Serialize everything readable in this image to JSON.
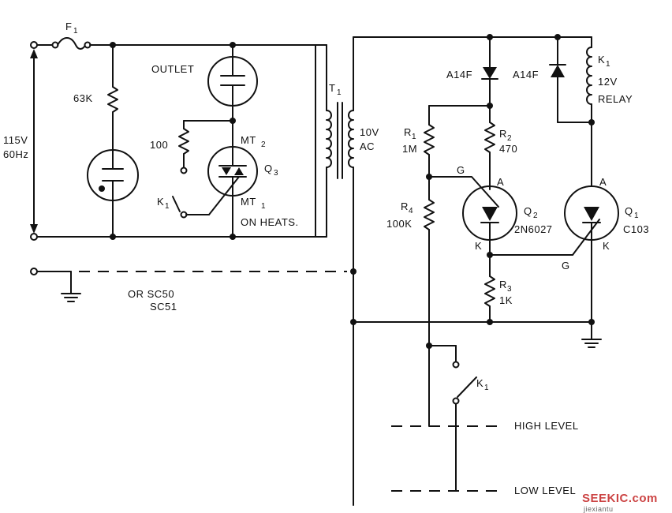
{
  "labels": {
    "f1": "F",
    "f1_sub": "1",
    "v115": "115V",
    "hz60": "60Hz",
    "r63k": "63K",
    "outlet": "OUTLET",
    "r100": "100",
    "mt2": "MT",
    "mt2_sub": "2",
    "q3": "Q",
    "q3_sub": "3",
    "k1_left": "K",
    "k1_left_sub": "1",
    "mt1": "MT",
    "mt1_sub": "1",
    "on_heats": "ON HEATS.",
    "t1": "T",
    "t1_sub": "1",
    "v10": "10V",
    "ac": "AC",
    "or_sc50": "OR SC50",
    "sc51": "SC51",
    "a14f_1": "A14F",
    "a14f_2": "A14F",
    "k1_relay": "K",
    "k1_relay_sub": "1",
    "v12": "12V",
    "relay": "RELAY",
    "r1": "R",
    "r1_sub": "1",
    "r1_val": "1M",
    "r2": "R",
    "r2_sub": "2",
    "r2_val": "470",
    "g_q2": "G",
    "a_q2": "A",
    "q2": "Q",
    "q2_sub": "2",
    "q2_part": "2N6027",
    "k_q2": "K",
    "r4": "R",
    "r4_sub": "4",
    "r4_val": "100K",
    "a_q1": "A",
    "q1": "Q",
    "q1_sub": "1",
    "q1_part": "C103",
    "g_q1": "G",
    "k_q1": "K",
    "r3": "R",
    "r3_sub": "3",
    "r3_val": "1K",
    "k1_bottom": "K",
    "k1_bottom_sub": "1",
    "high_level": "HIGH LEVEL",
    "low_level": "LOW LEVEL",
    "watermark": "SEEKIC.com",
    "watermark_sub": "jiexiantu"
  }
}
